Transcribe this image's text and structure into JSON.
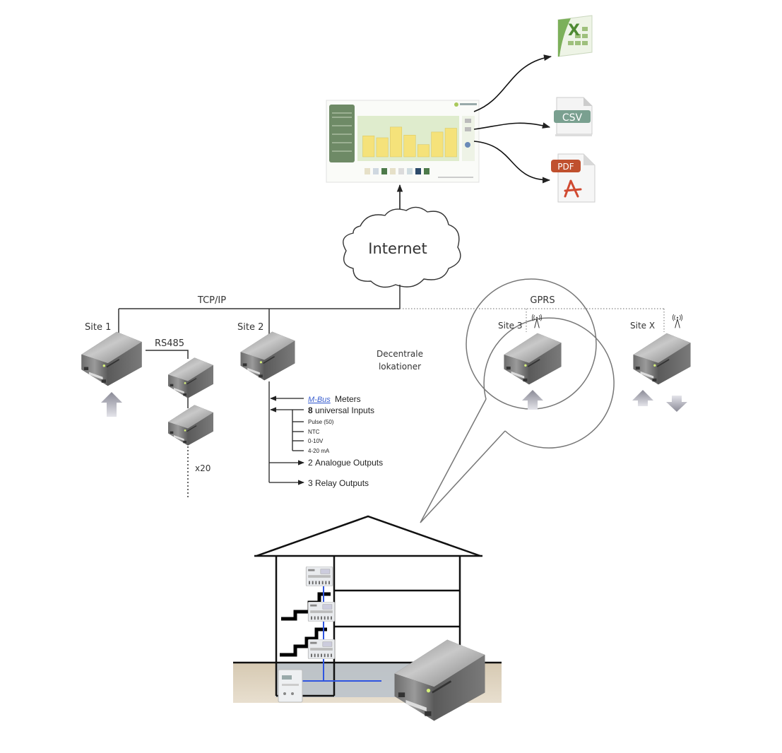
{
  "cloud": {
    "label": "Internet"
  },
  "links": {
    "tcpip": "TCP/IP",
    "gprs": "GPRS",
    "rs485": "RS485",
    "x20": "x20"
  },
  "sites": {
    "site1": "Site 1",
    "site2": "Site 2",
    "site3": "Site 3",
    "sitex": "Site X"
  },
  "region_label": {
    "line1": "Decentrale",
    "line2": "lokationer"
  },
  "exports": [
    {
      "name": "excel",
      "label": "X"
    },
    {
      "name": "csv",
      "label": "CSV"
    },
    {
      "name": "pdf",
      "label": "PDF"
    }
  ],
  "site2_io": {
    "mbus_logo": "M-Bus",
    "mbus_label": "Meters",
    "inputs_count": "8",
    "inputs_label": "universal Inputs",
    "input_types": [
      "Pulse (50)",
      "NTC",
      "0-10V",
      "4-20 mA"
    ],
    "analogue_count": "2",
    "analogue_label": "Analogue Outputs",
    "relay_count": "3",
    "relay_label": "Relay Outputs"
  },
  "colors": {
    "line": "#333333",
    "mbus_blue": "#3a5fd0",
    "bus_blue": "#2f55e0",
    "excel_green": "#5f9a3e",
    "csv_teal": "#7aa090",
    "pdf_red": "#c0502e",
    "chart_yellow": "#f5e27a",
    "dashboard_sidebar": "#6e8a66"
  },
  "dashboard": {
    "bars": [
      0.55,
      0.5,
      0.78,
      0.57,
      0.32,
      0.65,
      0.75
    ]
  }
}
